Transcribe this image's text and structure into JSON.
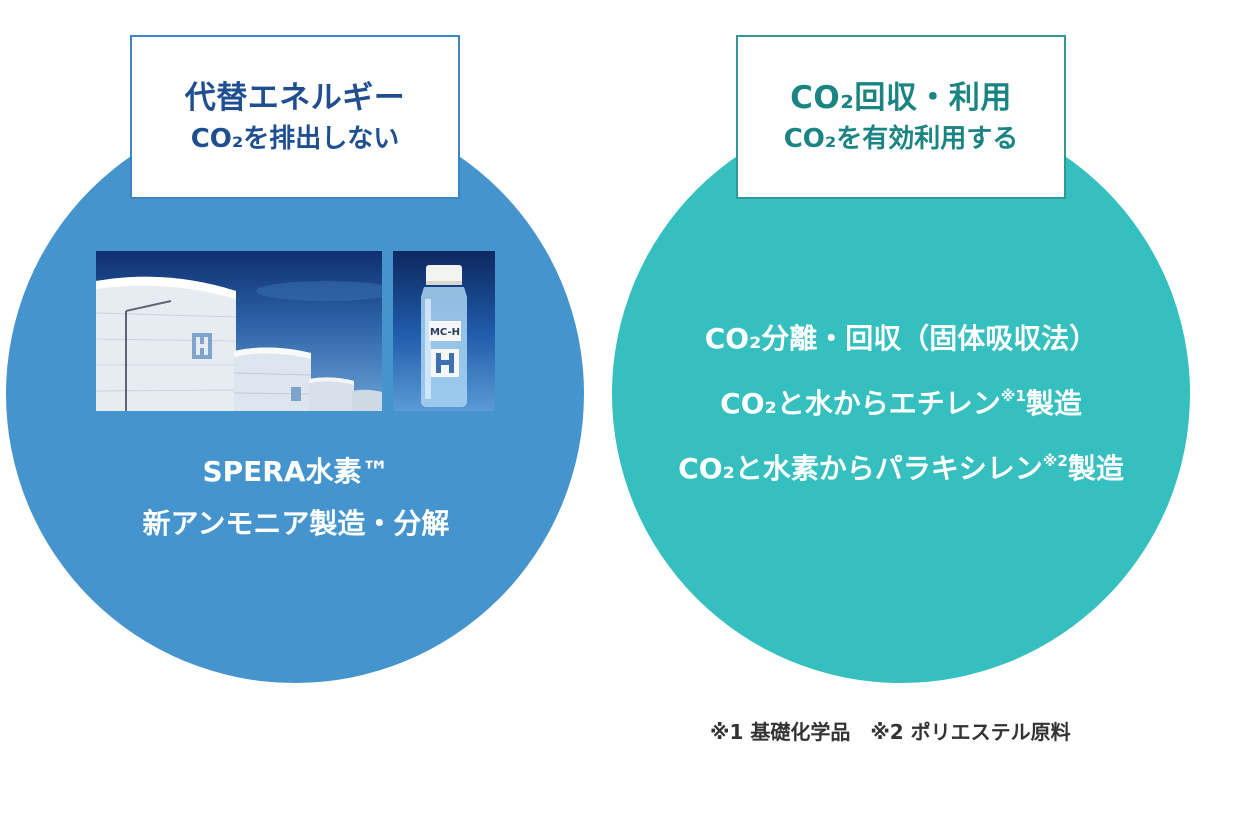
{
  "left": {
    "title": "代替エネルギー",
    "subtitle": "CO₂を排出しない",
    "line1": "SPERA水素™",
    "line2": "新アンモニア製造・分解",
    "bottle_label": "MC-H",
    "color": "#4594cd"
  },
  "right": {
    "title": "CO₂回収・利用",
    "subtitle": "CO₂を有効利用する",
    "line1": "CO₂分離・回収（固体吸収法）",
    "line2": "CO₂と水からエチレン",
    "line2_note": "※1",
    "line2_tail": "製造",
    "line3": "CO₂と水素からパラキシレン",
    "line3_note": "※2",
    "line3_tail": "製造",
    "color": "#35bfbe"
  },
  "footnotes": {
    "note1": "※1 基礎化学品",
    "note2": "※2 ポリエステル原料"
  }
}
